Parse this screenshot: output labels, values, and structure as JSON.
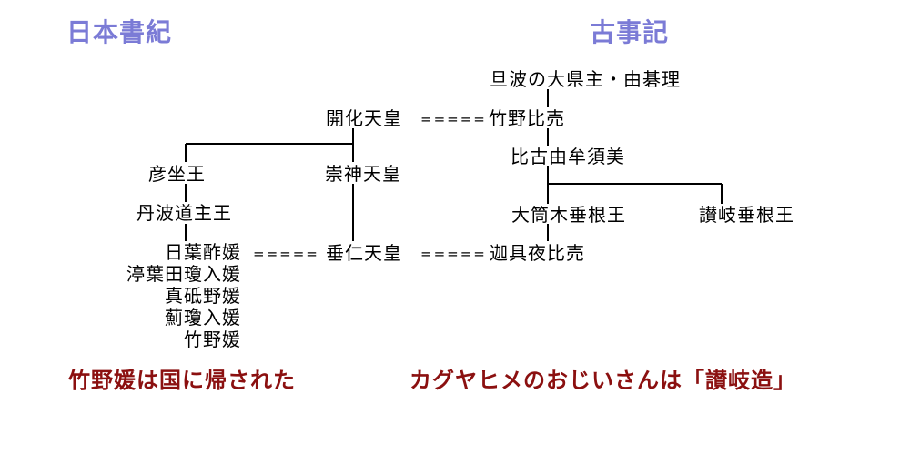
{
  "headers": {
    "nihon_shoki": "日本書紀",
    "kojiki": "古事記"
  },
  "nodes": {
    "tanba_agata": "旦波の大県主・由碁理",
    "kaika": "開化天皇",
    "takeno_hime": "竹野比売",
    "hikoyumusumi": "比古由牟須美",
    "hikoimasu": "彦坐王",
    "sujin": "崇神天皇",
    "otsutsuki": "大筒木垂根王",
    "sanuki_tarene": "讃岐垂根王",
    "tanba_michinushi": "丹波道主王",
    "suinin": "垂仁天皇",
    "kaguyahime": "迦具夜比売"
  },
  "marriage_marks": {
    "kaika_takeno": "=====",
    "hibasu_suinin": "=====",
    "suinin_kaguya": "====="
  },
  "daughters": [
    "日葉酢媛",
    "渟葉田瓊入媛",
    "真砥野媛",
    "薊瓊入媛",
    "竹野媛"
  ],
  "captions": {
    "left": "竹野媛は国に帰された",
    "right": "カグヤヒメのおじいさんは「讃岐造」"
  },
  "colors": {
    "header": "#7b7bd6",
    "caption": "#8b1010",
    "line": "#000000"
  }
}
